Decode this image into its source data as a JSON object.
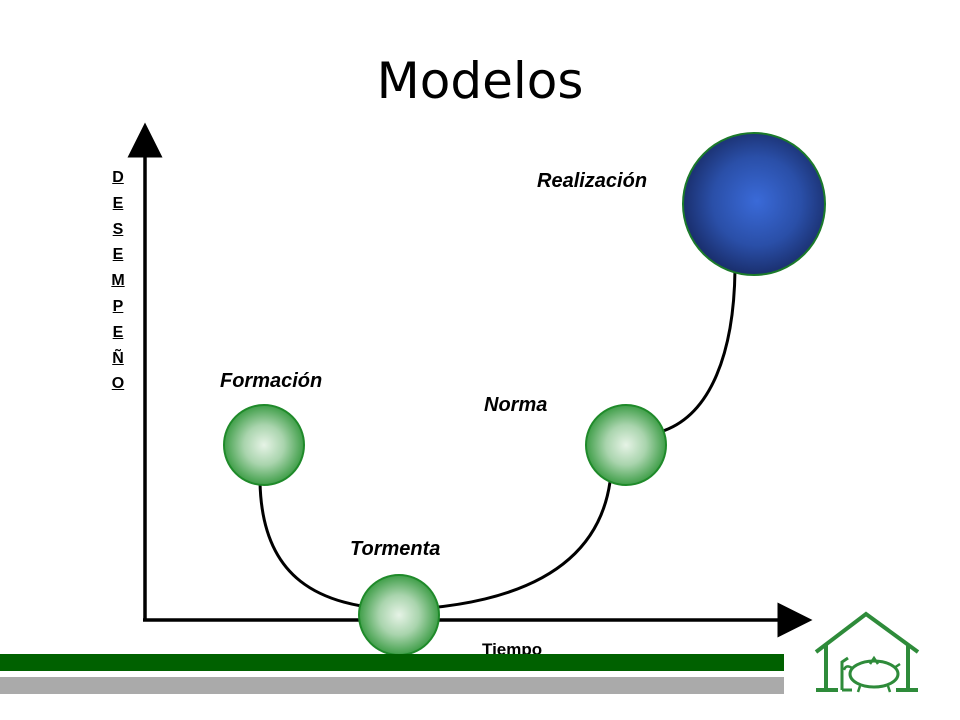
{
  "title": "Modelos",
  "y_axis_label": [
    "D",
    "E",
    "S",
    "E",
    "M",
    "P",
    "E",
    "Ñ",
    "O"
  ],
  "x_axis_label": "Tiempo",
  "stages": [
    {
      "label": "Formación"
    },
    {
      "label": "Tormenta"
    },
    {
      "label": "Norma"
    },
    {
      "label": "Realización"
    }
  ],
  "colors": {
    "green_node": "#2e9a3a",
    "blue_node": "#1e3f8c",
    "bar_green": "#006100",
    "bar_gray": "#aaaaaa",
    "logo": "#2e8b3a"
  },
  "icons": {
    "logo": "house-logo-icon"
  }
}
